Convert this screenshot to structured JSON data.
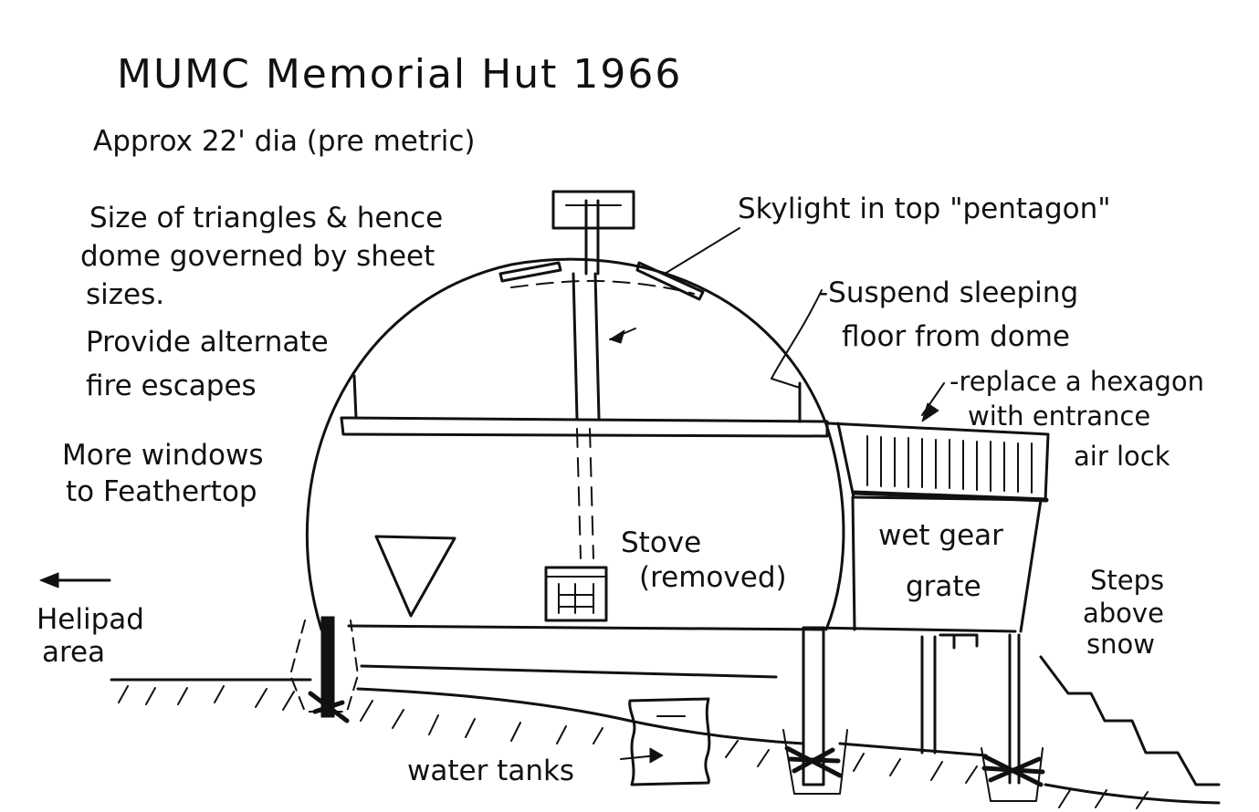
{
  "title": "MUMC Memorial Hut 1966",
  "subtitle": "Approx 22' dia (pre metric)",
  "notes": [
    "Size of triangles & hence",
    "dome governed by sheet",
    "sizes.",
    "Provide alternate",
    "fire escapes"
  ],
  "windows_note": [
    "More windows",
    "to Feathertop"
  ],
  "helipad": [
    "Helipad",
    "area"
  ],
  "skylight": "Skylight in top \"pentagon\"",
  "suspend": [
    "-Suspend sleeping",
    "floor from dome"
  ],
  "airlock": [
    "-replace a hexagon",
    "with entrance",
    "air lock"
  ],
  "stove": [
    "Stove",
    "(removed)"
  ],
  "wetgear": [
    "wet gear",
    "grate"
  ],
  "steps": [
    "Steps",
    "above",
    "snow"
  ],
  "tanks": "water tanks"
}
